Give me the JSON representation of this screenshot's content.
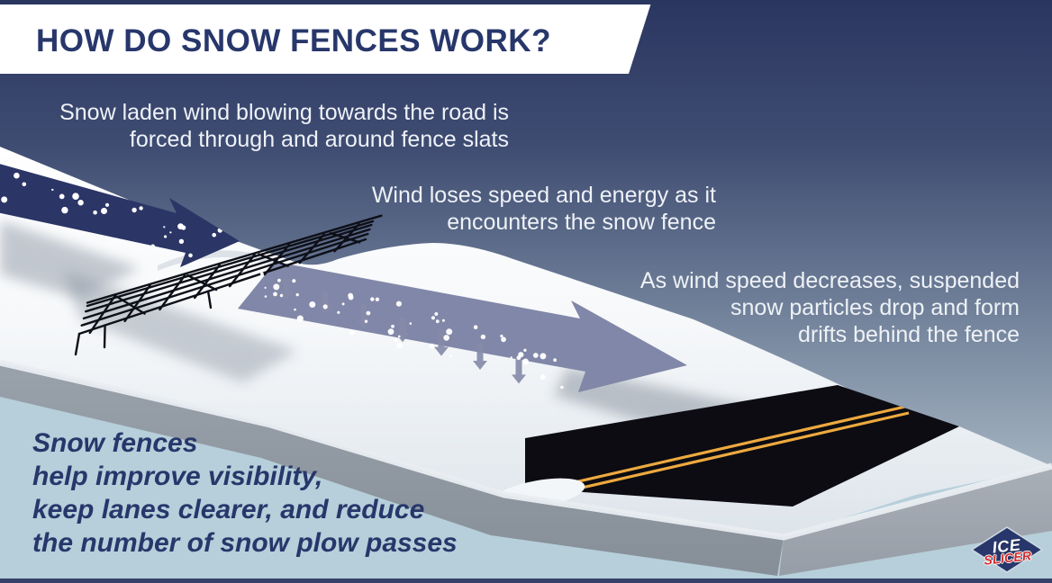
{
  "header": {
    "title": "HOW DO SNOW FENCES WORK?"
  },
  "captions": {
    "step1": {
      "lines": [
        "Snow laden wind blowing towards the road is",
        "forced through and around fence slats"
      ]
    },
    "step2": {
      "lines": [
        "Wind loses speed and energy as it",
        "encounters the snow fence"
      ]
    },
    "step3": {
      "lines": [
        "As wind speed decreases, suspended",
        "snow particles drop and form",
        "drifts behind the fence"
      ]
    }
  },
  "conclusion": {
    "lines": [
      "Snow fences",
      "help improve visibility,",
      "keep lanes clearer, and reduce",
      "the number of snow plow passes"
    ]
  },
  "logo": {
    "word1": "ICE",
    "word2": "SLICER"
  },
  "palette": {
    "navy": "#27376b",
    "sky_top": "#2b3660",
    "sky_bottom": "#bccad4",
    "light_blue": "#b6cfda",
    "snow_white": "#ffffff",
    "wind_arrow_navy": "#2b3566",
    "slowed_wind_gray": "#8187a8",
    "road_black": "#0c0c12",
    "lane_yellow": "#eda93f",
    "logo_red": "#d22b2b"
  }
}
